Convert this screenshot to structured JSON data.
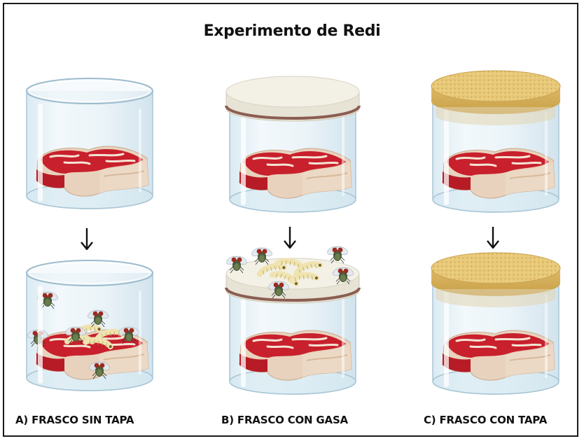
{
  "title": "Experimento de Redi",
  "labels": {
    "a": "A) FRASCO SIN TAPA",
    "b": "B) FRASCO CON GASA",
    "c": "C) FRASCO CON TAPA"
  },
  "icons": {
    "arrow": "down-arrow-icon",
    "fly": "fly-icon",
    "larva": "larva-icon",
    "meat": "meat-icon",
    "jar": "jar-icon"
  },
  "colors": {
    "glass": "#dcecf4",
    "meat": "#c81f2a",
    "fat": "#f4e2d0",
    "gauze": "#f1eee3",
    "band": "#a4786a",
    "cork": "#e6c776"
  }
}
